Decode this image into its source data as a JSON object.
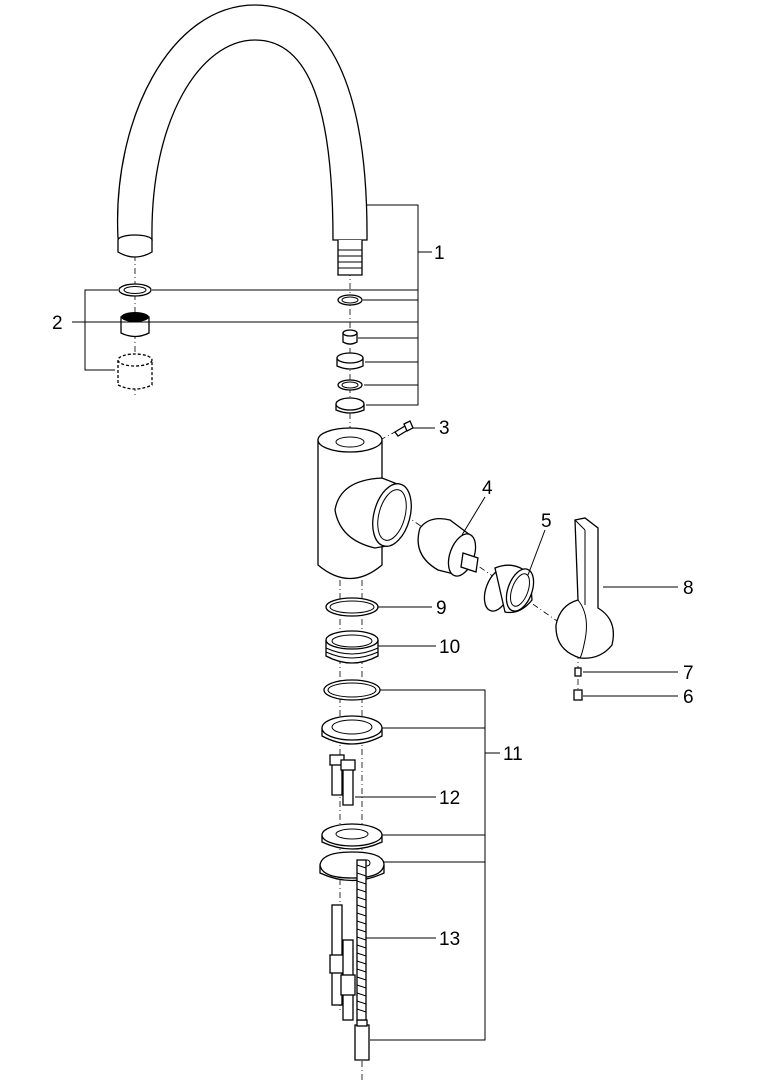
{
  "diagram": {
    "labels": [
      "1",
      "2",
      "3",
      "4",
      "5",
      "6",
      "7",
      "8",
      "9",
      "10",
      "11",
      "12",
      "13"
    ],
    "colors": {
      "line": "#000000",
      "background": "#ffffff"
    }
  }
}
